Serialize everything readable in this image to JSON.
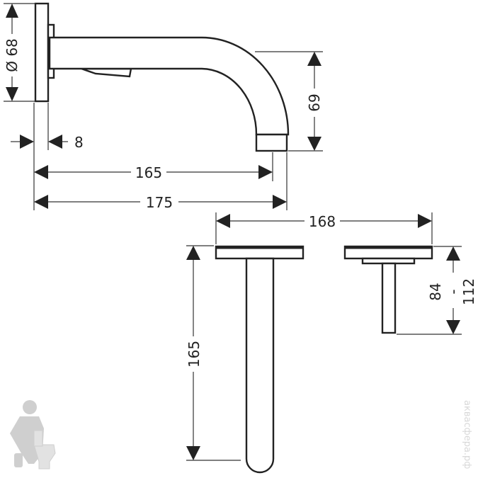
{
  "title": "Wall-mounted spout dimension drawing",
  "dimensions": {
    "flange_diameter": "Ø 68",
    "spout_drop": "69",
    "wall_gap": "8",
    "spout_reach": "165",
    "total_reach": "175",
    "plate_spacing": "168",
    "spout_length": "165",
    "depth_min": "84",
    "depth_sep": "-",
    "depth_max": "112"
  },
  "watermark": "аквасфера.рф",
  "colors": {
    "line": "#222222",
    "logo": "#cccccc"
  }
}
